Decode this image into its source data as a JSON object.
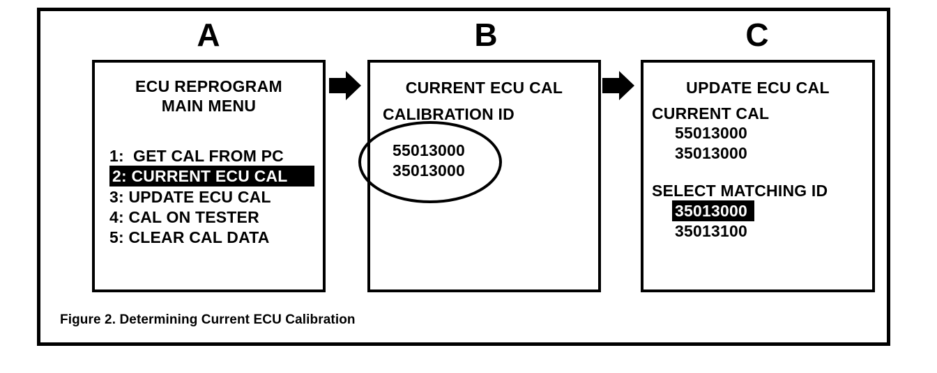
{
  "figure": {
    "caption": "Figure 2. Determining Current ECU Calibration",
    "panel_labels": [
      "A",
      "B",
      "C"
    ],
    "flow_arrow_icon": "right-arrow-icon",
    "colors": {
      "ink": "#000000",
      "paper": "#ffffff",
      "highlight_bg": "#000000",
      "highlight_fg": "#ffffff"
    }
  },
  "panel_a": {
    "label": "A",
    "title_line_1": "ECU REPROGRAM",
    "title_line_2": "MAIN MENU",
    "menu_items": [
      {
        "number": "1:",
        "label": "GET CAL FROM PC",
        "text": "1:  GET CAL FROM PC",
        "selected": false
      },
      {
        "number": "2:",
        "label": "CURRENT ECU CAL",
        "text": "2: CURRENT ECU CAL",
        "selected": true
      },
      {
        "number": "3:",
        "label": "UPDATE ECU CAL",
        "text": "3: UPDATE ECU CAL",
        "selected": false
      },
      {
        "number": "4:",
        "label": "CAL ON TESTER",
        "text": "4: CAL ON TESTER",
        "selected": false
      },
      {
        "number": "5:",
        "label": "CLEAR CAL DATA",
        "text": "5: CLEAR CAL DATA",
        "selected": false
      }
    ]
  },
  "panel_b": {
    "label": "B",
    "title": "CURRENT ECU CAL",
    "subtitle": "CALIBRATION ID",
    "calibration_ids": [
      "55013000",
      "35013000"
    ],
    "annotation": "ellipse-highlight"
  },
  "panel_c": {
    "label": "C",
    "title": "UPDATE ECU CAL",
    "current_cal_heading": "CURRENT CAL",
    "current_cal_ids": [
      "55013000",
      "35013000"
    ],
    "select_heading": "SELECT MATCHING ID",
    "select_options": [
      {
        "id": "35013000",
        "selected": true
      },
      {
        "id": "35013100",
        "selected": false
      }
    ]
  }
}
